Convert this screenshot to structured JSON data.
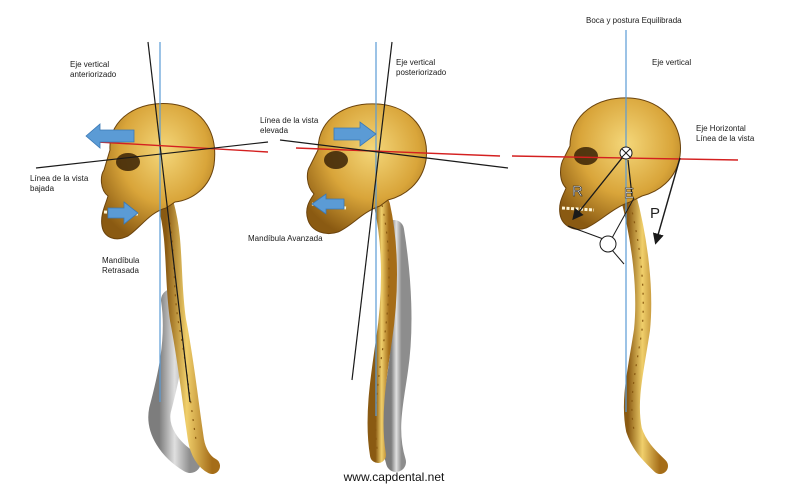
{
  "colors": {
    "bone": "#d9a53a",
    "bone_light": "#f0cf6b",
    "bone_dark": "#8a5a12",
    "spine_gray": "#b9b9b9",
    "vertical_axis": "#5b9bd5",
    "horizontal_line": "#d42020",
    "arrow_fill": "#5b9bd5",
    "dark_line": "#1a1a1a"
  },
  "panels": [
    {
      "id": "panel-1",
      "labels": {
        "axis": [
          "Eje vertical",
          "anteriorizado"
        ],
        "sightline": [
          "Línea de la vista",
          "bajada"
        ],
        "mandible": [
          "Mandíbula",
          "Retrasada"
        ]
      }
    },
    {
      "id": "panel-2",
      "labels": {
        "axis": [
          "Eje vertical",
          "posteriorizado"
        ],
        "sightline": [
          "Línea de la vista",
          "elevada"
        ],
        "mandible": [
          "Mandíbula Avanzada"
        ]
      }
    },
    {
      "id": "panel-3",
      "labels": {
        "title": "Boca y postura  Equilibrada",
        "axis": [
          "Eje vertical"
        ],
        "horizontal": [
          "Eje Horizontal",
          "Línea de la vista"
        ],
        "letters": [
          "R",
          "E",
          "P"
        ]
      }
    }
  ],
  "footer": "www.capdental.net",
  "icons": [
    "arrow-left-icon",
    "arrow-right-icon",
    "circle-marker-icon",
    "crosshair-icon"
  ]
}
